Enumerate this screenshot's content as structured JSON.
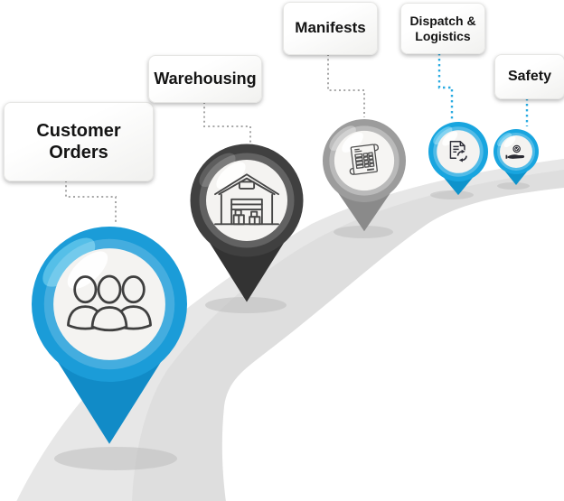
{
  "background_color": "#ffffff",
  "road": {
    "color": "#dedede",
    "highlight_color": "#ececec",
    "shadow_color": "#c9c9c9"
  },
  "connector_colors": {
    "gray": "#a6a6a6",
    "blue": "#2aabe1"
  },
  "stages": [
    {
      "label": "Customer Orders",
      "icon": "people-group-icon",
      "pin_color": "#1b9cd8",
      "pin_size": "xl",
      "connector": "gray"
    },
    {
      "label": "Warehousing",
      "icon": "warehouse-icon",
      "pin_color": "#404040",
      "pin_size": "lg",
      "connector": "gray"
    },
    {
      "label": "Manifests",
      "icon": "manifest-scroll-icon",
      "pin_color": "#9c9c9c",
      "pin_size": "md",
      "connector": "gray"
    },
    {
      "label": "Dispatch & Logistics",
      "icon": "document-sync-icon",
      "pin_color": "#18a5df",
      "pin_size": "sm",
      "connector": "blue"
    },
    {
      "label": "Safety",
      "icon": "hand-shield-icon",
      "pin_color": "#18a5df",
      "pin_size": "xs",
      "connector": "blue"
    }
  ]
}
